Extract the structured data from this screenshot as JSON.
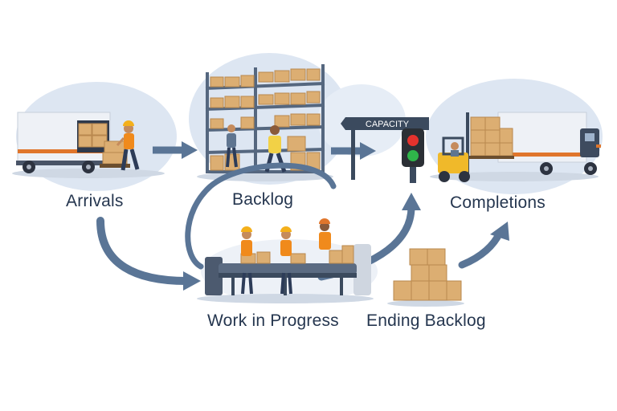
{
  "labels": {
    "arrivals": "Arrivals",
    "backlog": "Backlog",
    "completions": "Completions",
    "work_in_progress": "Work in Progress",
    "ending_backlog": "Ending Backlog"
  },
  "sign": {
    "capacity": "CAPACITY"
  },
  "traffic_light": {
    "red": "#e5322d",
    "amber": "#2b2f35",
    "green": "#2fb54a"
  },
  "colors": {
    "text": "#25364f",
    "arrow": "#5a7596",
    "blob": "#dde6f2",
    "box": "#dcae72",
    "box_dark": "#b9884e",
    "truck_stripe": "#e0762c",
    "vest": "#f08a1c",
    "hardhat": "#f4b01b",
    "shelf": "#55677f",
    "forklift": "#f0b92a"
  }
}
